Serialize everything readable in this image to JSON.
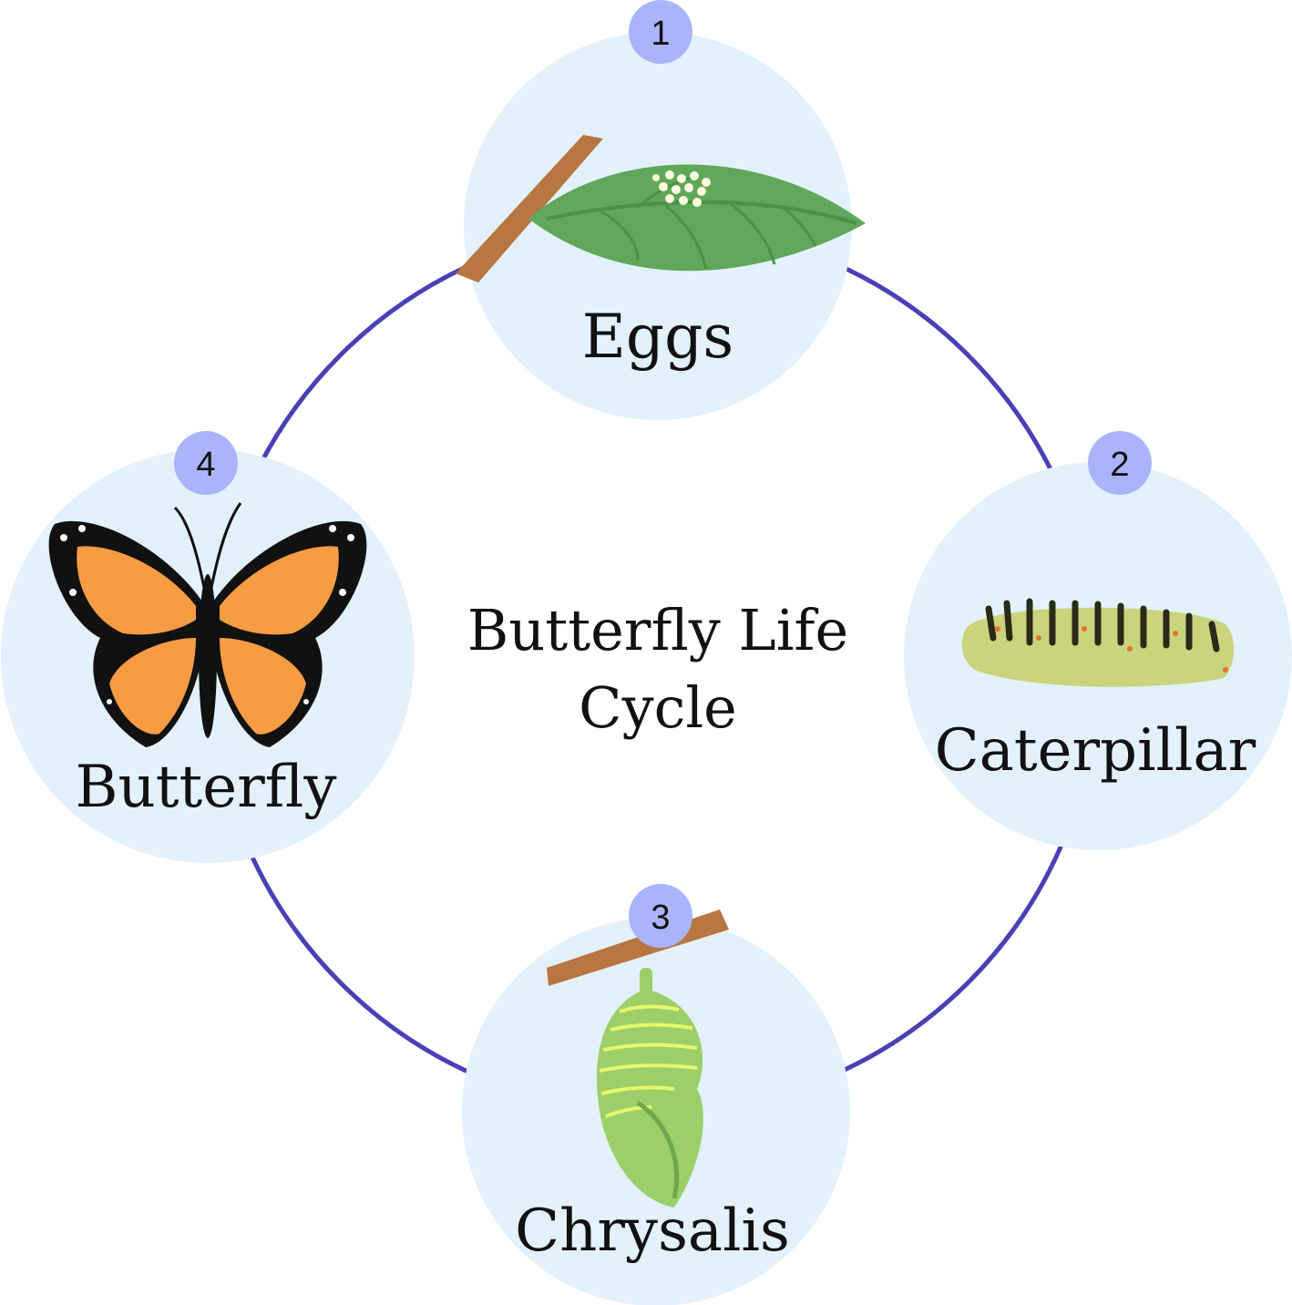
{
  "title_line1": "Butterfly Life",
  "title_line2": "Cycle",
  "stages": [
    {
      "number": "1",
      "label": "Eggs"
    },
    {
      "number": "2",
      "label": "Caterpillar"
    },
    {
      "number": "3",
      "label": "Chrysalis"
    },
    {
      "number": "4",
      "label": "Butterfly"
    }
  ],
  "colors": {
    "ring": "#4b3fb5",
    "stage_bg": "#e3f1fd",
    "badge": "#aab4fc"
  }
}
